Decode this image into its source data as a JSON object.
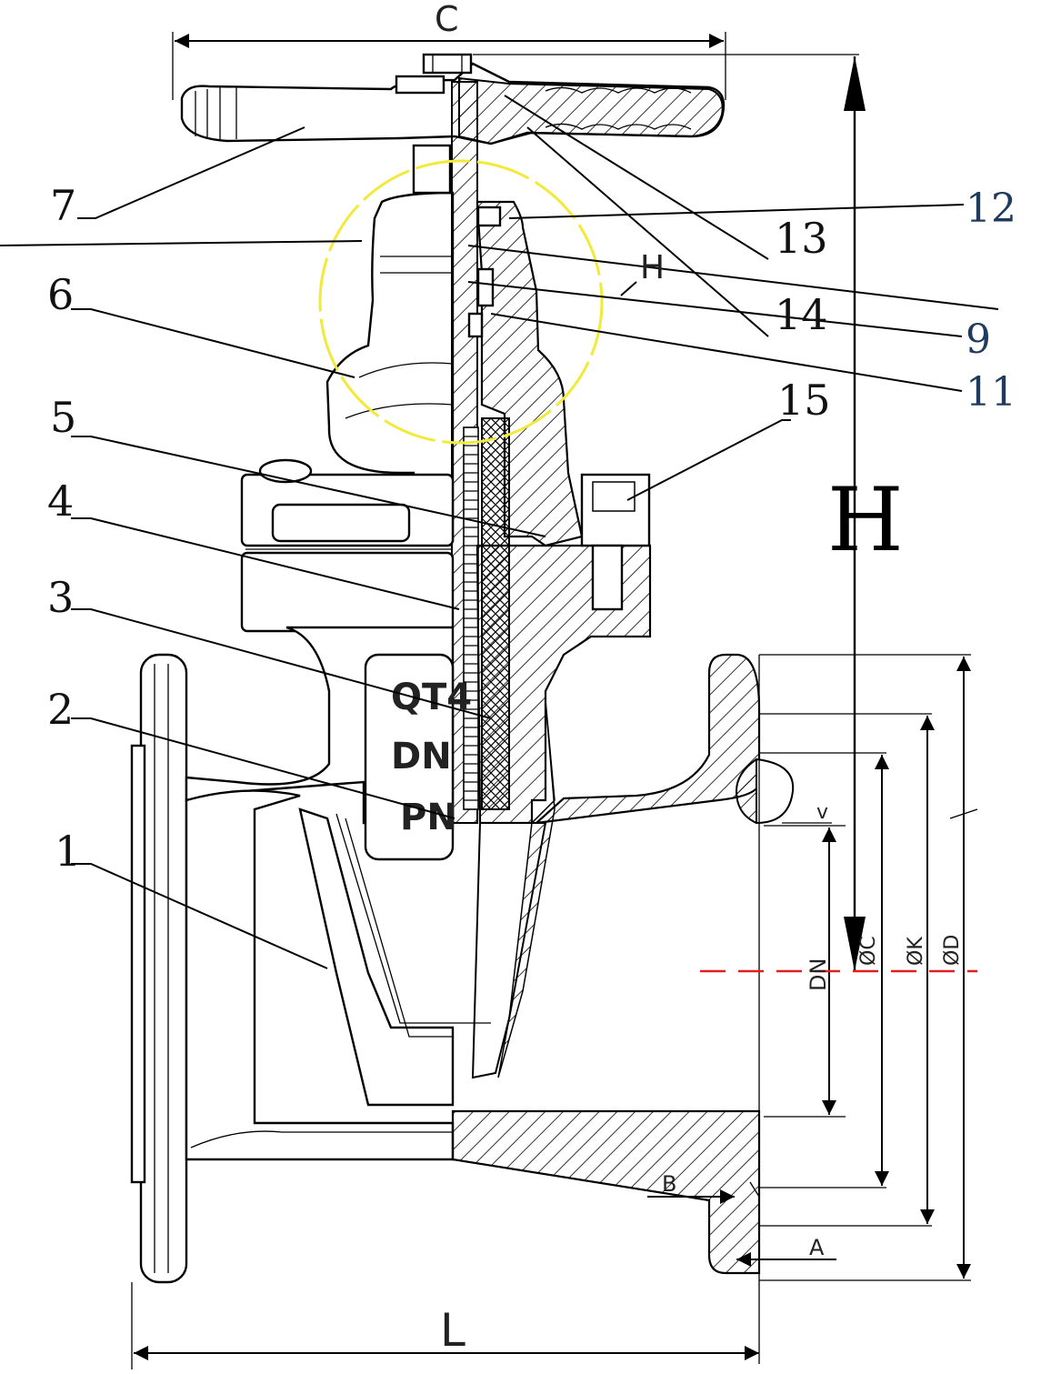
{
  "part_labels": {
    "p1": "1",
    "p2": "2",
    "p3": "3",
    "p4": "4",
    "p5": "5",
    "p6": "6",
    "p7": "7",
    "p9": "9",
    "p11": "11",
    "p12": "12",
    "p13": "13",
    "p14": "14",
    "p15": "15"
  },
  "dimensions": {
    "c": "C",
    "h_small": "H",
    "h_large": "H",
    "l": "L",
    "a": "A",
    "b": "B",
    "v": "v",
    "dn": "DN",
    "oc": "ØC",
    "ok": "ØK",
    "od": "ØD"
  },
  "casting_marks": {
    "material": "QT4",
    "size": "DN",
    "pressure": "PN"
  },
  "colors": {
    "line": "#000000",
    "blue_labels": "#1f3a5f",
    "highlight_circle": "#f2ea3a",
    "centerline": "#e02020"
  }
}
